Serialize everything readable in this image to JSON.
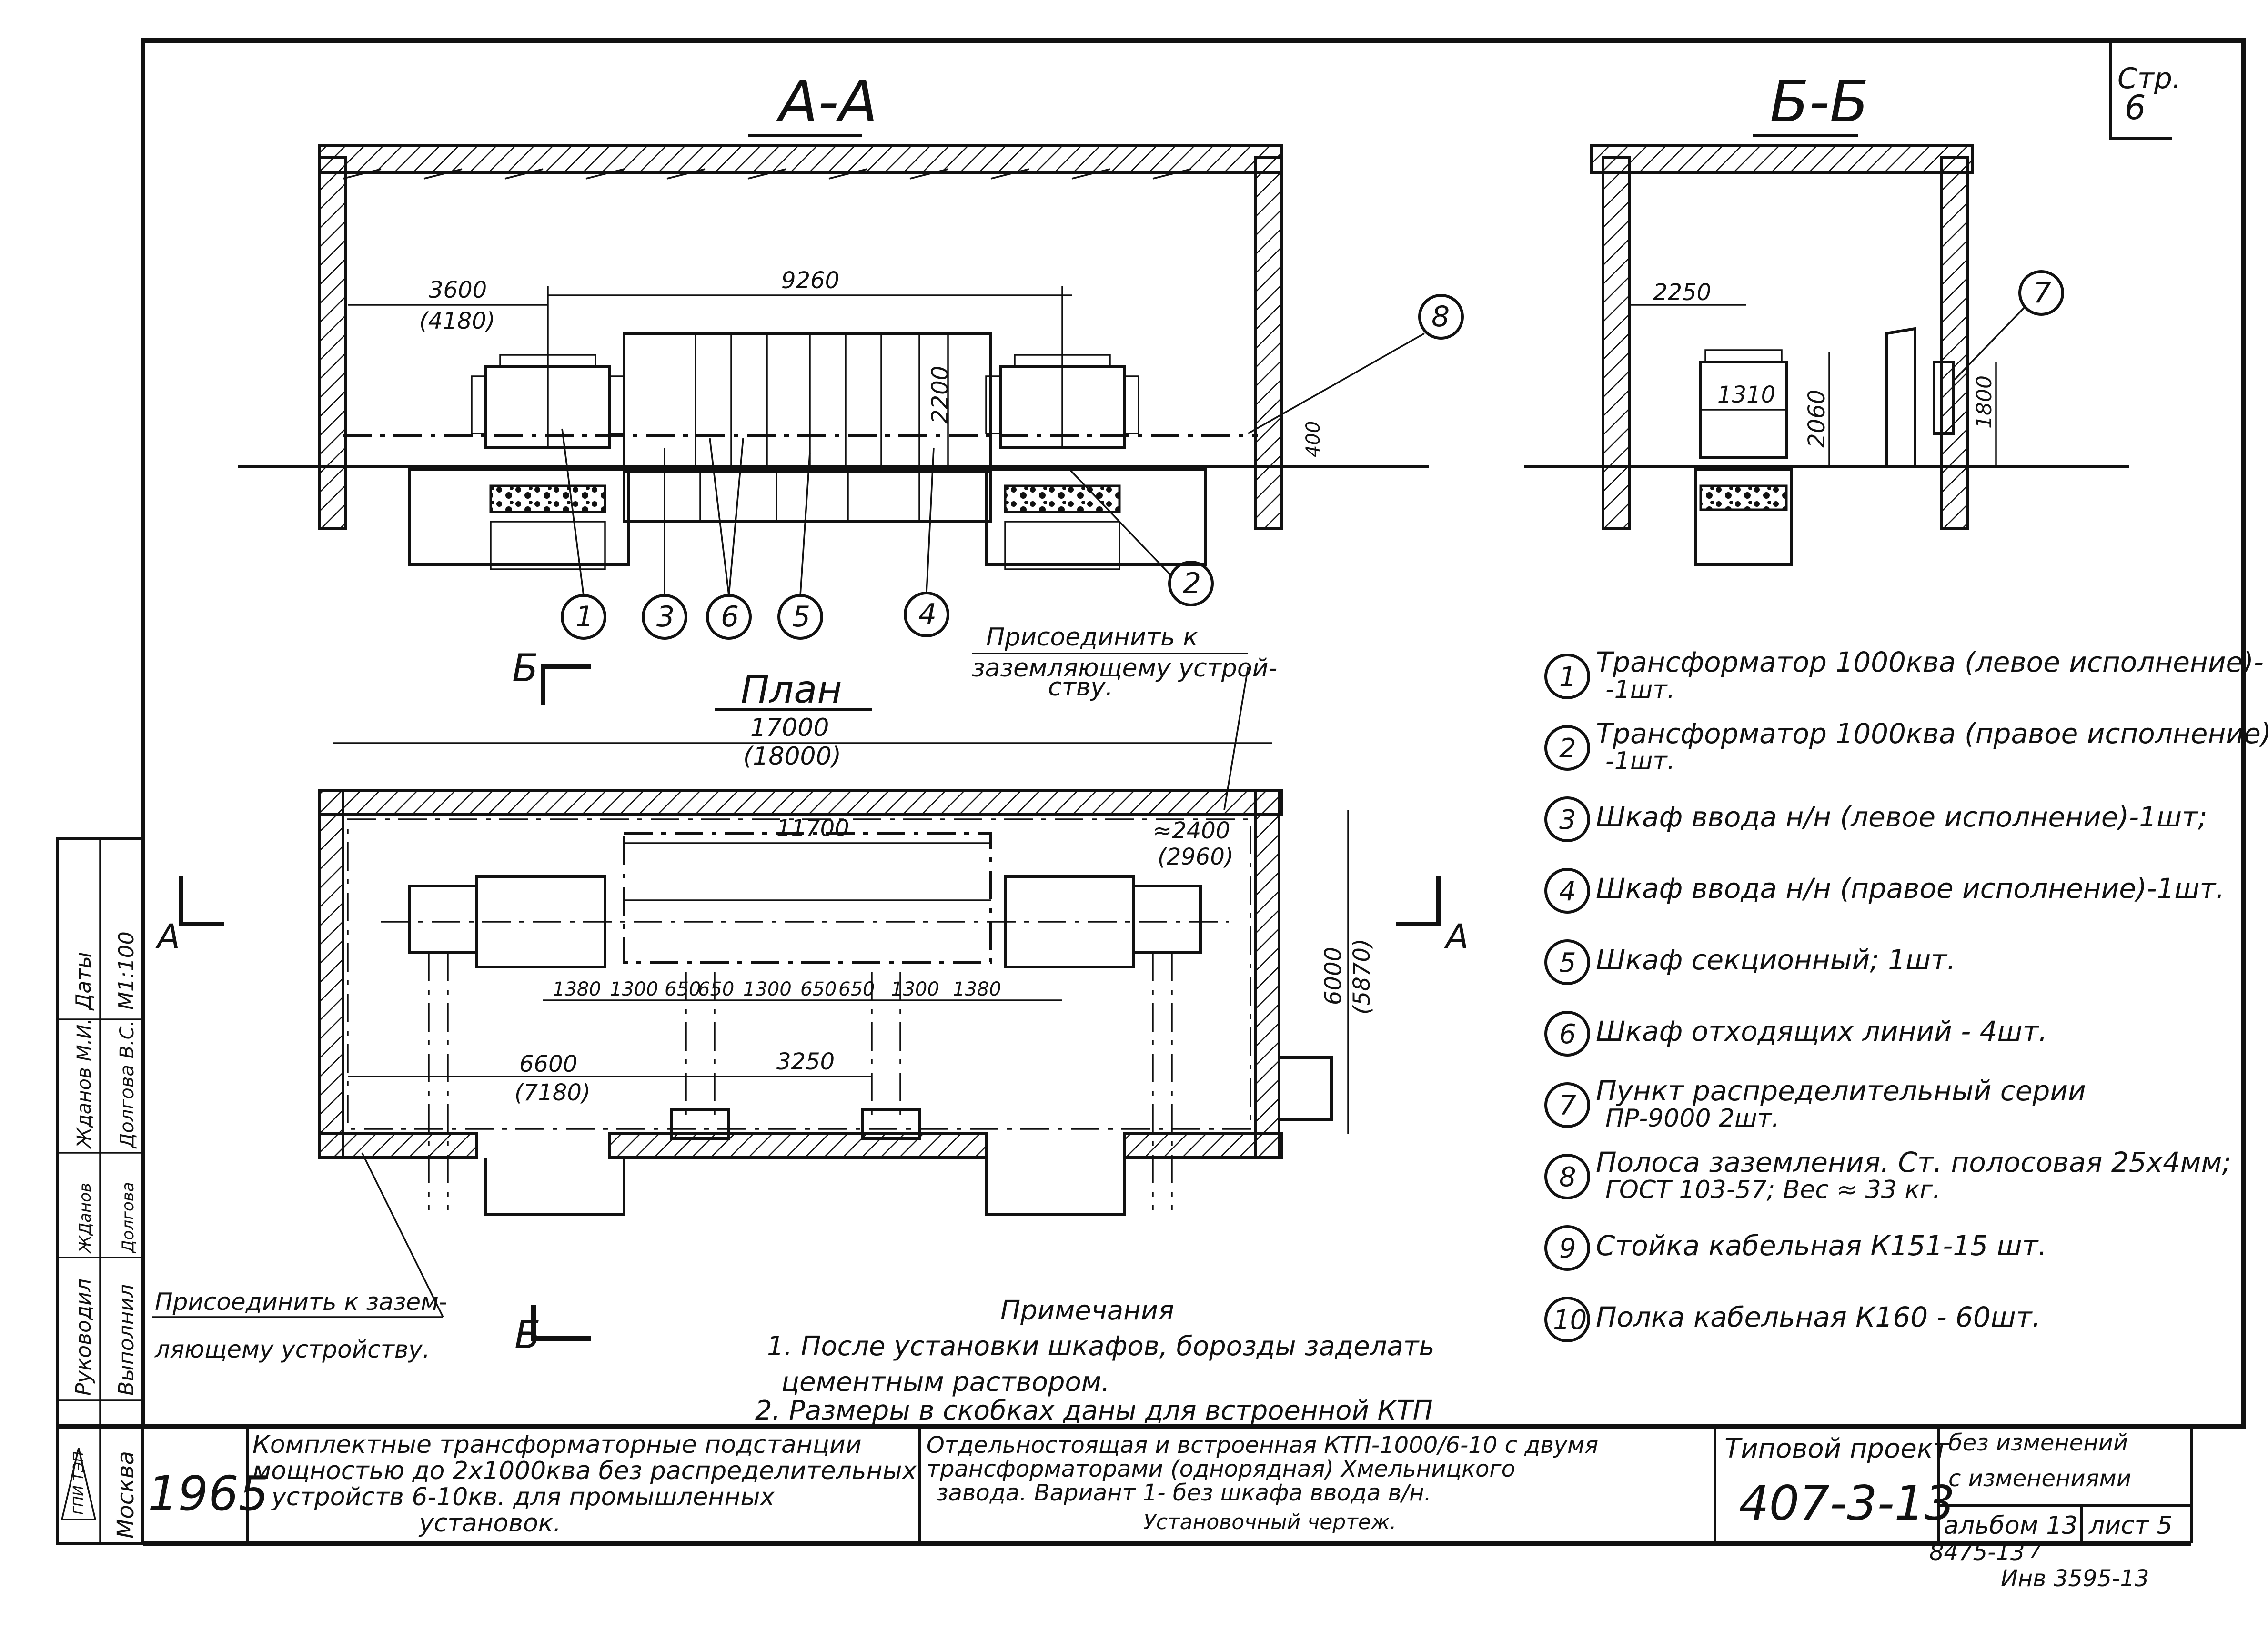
{
  "page_number": {
    "label": "Стр.",
    "value": "6"
  },
  "section_aa": {
    "title": "А-А",
    "dims": {
      "left": "3600",
      "left_alt": "(4180)",
      "middle": "9260",
      "height": "2200",
      "small": "400"
    },
    "callouts": [
      "1",
      "3",
      "6",
      "5",
      "4",
      "2"
    ],
    "ground_callout": "8"
  },
  "section_bb": {
    "title": "Б-Б",
    "dims": {
      "left": "2250",
      "width": "1310",
      "height": "2060",
      "cabinet_height": "1800"
    },
    "callout": "7"
  },
  "plan": {
    "title": "План",
    "connect_note_top": [
      "Присоединить к",
      "заземляющему устрой-",
      "ству."
    ],
    "connect_note_left": [
      "Присоединить к зазем-",
      "ляющему устройству."
    ],
    "dims": {
      "total": "17000",
      "total_alt": "(18000)",
      "inner": "11700",
      "right": "≈2400",
      "right_alt": "(2960)",
      "depth": "6000",
      "depth_alt": "(5870)",
      "left": "6600",
      "left_alt": "(7180)",
      "middle": "3250",
      "chain": [
        "1380",
        "1300",
        "650",
        "650",
        "1300",
        "650",
        "650",
        "1300",
        "1380"
      ]
    },
    "section_marks": {
      "a_left": "А",
      "a_right": "А",
      "b_top": "Б",
      "b_bottom": "Б"
    }
  },
  "legend": [
    {
      "num": "1",
      "lines": [
        "Трансформатор 1000ква (левое исполнение)-",
        "-1шт."
      ]
    },
    {
      "num": "2",
      "lines": [
        "Трансформатор 1000ква (правое исполнение)-",
        "-1шт."
      ]
    },
    {
      "num": "3",
      "lines": [
        "Шкаф ввода н/н (левое исполнение)-1шт;"
      ]
    },
    {
      "num": "4",
      "lines": [
        "Шкаф ввода н/н (правое исполнение)-1шт."
      ]
    },
    {
      "num": "5",
      "lines": [
        "Шкаф секционный; 1шт."
      ]
    },
    {
      "num": "6",
      "lines": [
        "Шкаф отходящих линий - 4шт."
      ]
    },
    {
      "num": "7",
      "lines": [
        "Пункт распределительный серии",
        "ПР-9000   2шт."
      ]
    },
    {
      "num": "8",
      "lines": [
        "Полоса заземления. Ст. полосовая 25х4мм;",
        "ГОСТ 103-57; Вес ≈ 33 кг."
      ]
    },
    {
      "num": "9",
      "lines": [
        "Стойка кабельная К151-15 шт."
      ]
    },
    {
      "num": "10",
      "lines": [
        "Полка кабельная К160 - 60шт."
      ]
    }
  ],
  "notes": {
    "heading": "Примечания",
    "items": [
      "1. После установки шкафов, борозды заделать",
      "цементным раствором.",
      "2. Размеры в скобках даны для встроенной КТП"
    ]
  },
  "title_block": {
    "org": "Москва",
    "logo": "ГПИ ТЭП",
    "year": "1965",
    "subject_lines": [
      "Комплектные трансформаторные подстанции",
      "мощностью до 2х1000ква без распределительных",
      "устройств 6-10кв. для промышленных",
      "установок."
    ],
    "drawing_lines": [
      "Отдельностоящая и встроенная КТП-1000/6-10 с двумя",
      "трансформаторами (однорядная) Хмельницкого",
      "завода.   Вариант 1- без шкафа ввода в/н.",
      "Установочный чертеж."
    ],
    "project_label": "Типовой проект",
    "project_number": "407-3-13",
    "status_1": "без изменений",
    "status_2": "с изменениями",
    "album": "альбом 13",
    "sheet": "лист 5",
    "roles": [
      {
        "role": "Руководил",
        "name": "Жданов М.И.",
        "sign": "ЖДанов"
      },
      {
        "role": "Выполнил",
        "name": "Долгова В.С.",
        "sign": "Долгова"
      }
    ],
    "dates_label": "Даты",
    "scale": "М1:100",
    "footer_codes": [
      "8475-13",
      "Инв 3595-13",
      "7"
    ]
  }
}
